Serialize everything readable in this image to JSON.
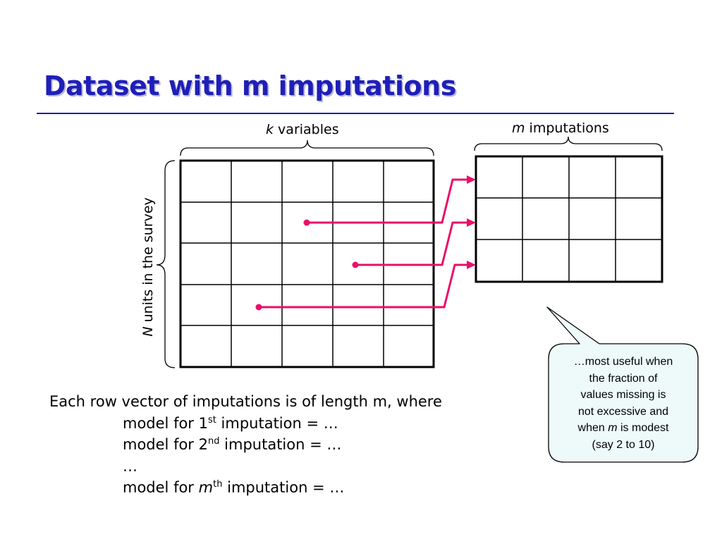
{
  "slide": {
    "title": "Dataset with m imputations"
  },
  "diagram": {
    "k_label_var": "k",
    "k_label_text": " variables",
    "m_label_var": "m",
    "m_label_text": " imputations",
    "n_label_var": "N",
    "n_label_text": " units in the survey",
    "dataset_grid": {
      "rows": 5,
      "cols": 5
    },
    "imputation_grid": {
      "rows": 3,
      "cols": 4
    },
    "arrow_color": "#e8116a"
  },
  "body": {
    "intro": "Each row vector of imputations is of length m, where",
    "line1_pre": "model for 1",
    "line1_sup": "st",
    "line1_post": " imputation = …",
    "line2_pre": "model for 2",
    "line2_sup": "nd",
    "line2_post": " imputation = …",
    "ellipsis": "…",
    "line4_pre": "model for ",
    "line4_var": "m",
    "line4_sup": "th",
    "line4_post": " imputation = …"
  },
  "callout": {
    "line1": "…most useful when",
    "line2": "the fraction of",
    "line3": "values missing is",
    "line4": "not excessive and",
    "line5_pre": "when ",
    "line5_var": "m",
    "line5_post": " is modest",
    "line6": "(say 2 to 10)",
    "fill_color": "#eefafa"
  }
}
